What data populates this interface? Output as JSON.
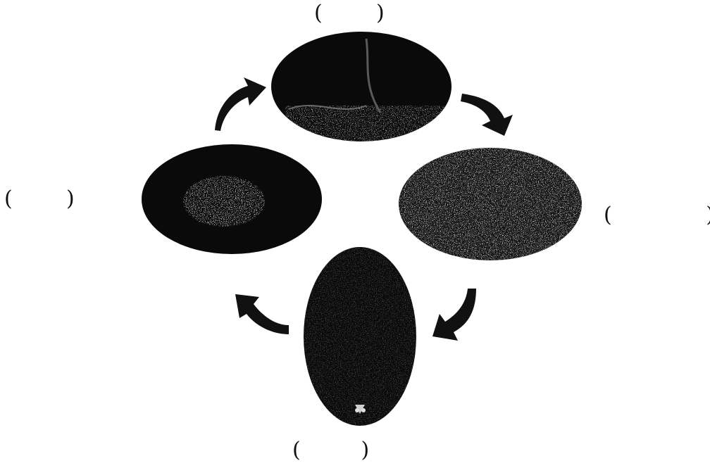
{
  "diagram": {
    "type": "life-cycle",
    "stages": [
      {
        "id": "top",
        "label": "(        )"
      },
      {
        "id": "right",
        "label": "(              )"
      },
      {
        "id": "bottom",
        "label": "(         )"
      },
      {
        "id": "left",
        "label": "(        )"
      }
    ],
    "colors": {
      "ellipse_fill": "#0a0a0a",
      "speckle": "#9a9a9a",
      "arrow_fill": "#111111",
      "background": "#ffffff"
    }
  }
}
